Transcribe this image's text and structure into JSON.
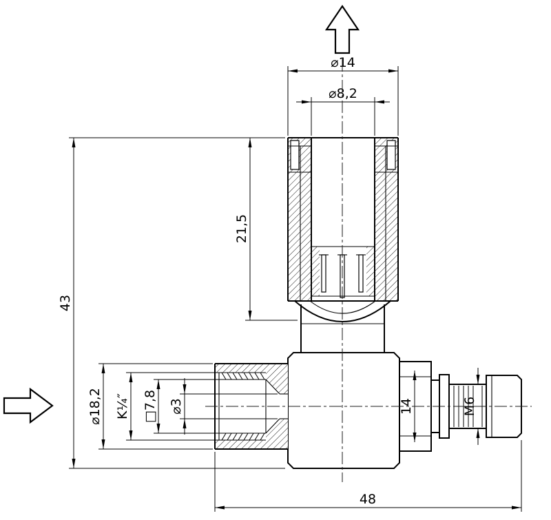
{
  "drawing": {
    "kind": "technical-section-drawing",
    "colors": {
      "line": "#000000",
      "background": "#ffffff"
    },
    "flow_arrow_icons": [
      "flow-arrow-up-icon",
      "flow-arrow-right-icon"
    ],
    "dimensions": {
      "top_diameter": "⌀14",
      "top_bore": "⌀8,2",
      "cap_height": "21,5",
      "overall_height": "43",
      "port_outer_diameter": "⌀18,2",
      "port_thread": "K¼″",
      "port_square": "□7,8",
      "port_bore": "⌀3",
      "nut_across_flats": "14",
      "adjuster_thread": "M6",
      "overall_length": "48"
    }
  }
}
